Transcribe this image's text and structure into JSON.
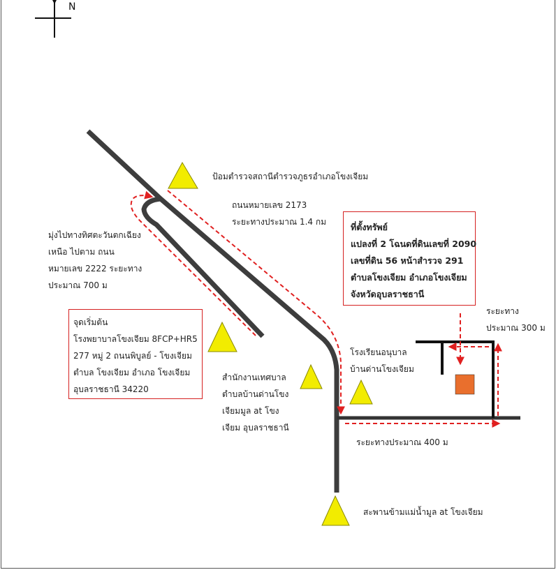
{
  "north_label": "N",
  "landmarks": {
    "police": "ป้อมตำรวจสถานีตำรวจภูธรอำเภอโขงเจียม",
    "school": [
      "โรงเรียนอนุบาล",
      "บ้านด่านโขงเจียม"
    ],
    "municipality": [
      "สำนักงานเทศบาล",
      "ตำบลบ้านด่านโขง",
      "เจียมมูล at โขง",
      "เจียม อุบลราชธานี"
    ],
    "bridge": "สะพานข้ามแม่น้ำมูล at โขงเจียม"
  },
  "roads": {
    "road_2173": [
      "ถนนหมายเลข 2173",
      "ระยะทางประมาณ 1.4 กม"
    ],
    "road_2222": [
      "มุ่งไปทางทิศตะวันตกเฉียง",
      "เหนือ ไปตาม ถนน",
      "หมายเลข 2222  ระยะทาง",
      "ประมาณ 700 ม"
    ]
  },
  "distances": {
    "d300": [
      "ระยะทาง",
      "ประมาณ 300 ม"
    ],
    "d400": "ระยะทางประมาณ 400 ม"
  },
  "start_box": {
    "title": "จุดเริ่มต้น",
    "lines": [
      "โรงพยาบาลโขงเจียม 8FCP+HR5",
      "277 หมู่ 2 ถนนพิบูลย์ - โขงเจียม",
      "ตำบล โขงเจียม อำเภอ โขงเจียม",
      "อุบลราชธานี 34220"
    ]
  },
  "property_box": {
    "lines": [
      "ที่ตั้งทรัพย์",
      "แปลงที่ 2 โฉนดที่ดินเลขที่ 2090",
      "เลขที่ดิน 56 หน้าสำรวจ 291",
      "ตำบลโขงเจียม อำเภอโขงเจียม",
      "จังหวัดอุบลราชธานี"
    ]
  },
  "colors": {
    "road": "#3d3d3d",
    "route": "#e02020",
    "landmark_fill": "#f2ec00",
    "property_fill": "#e96f2d",
    "box_border": "#d52020"
  }
}
